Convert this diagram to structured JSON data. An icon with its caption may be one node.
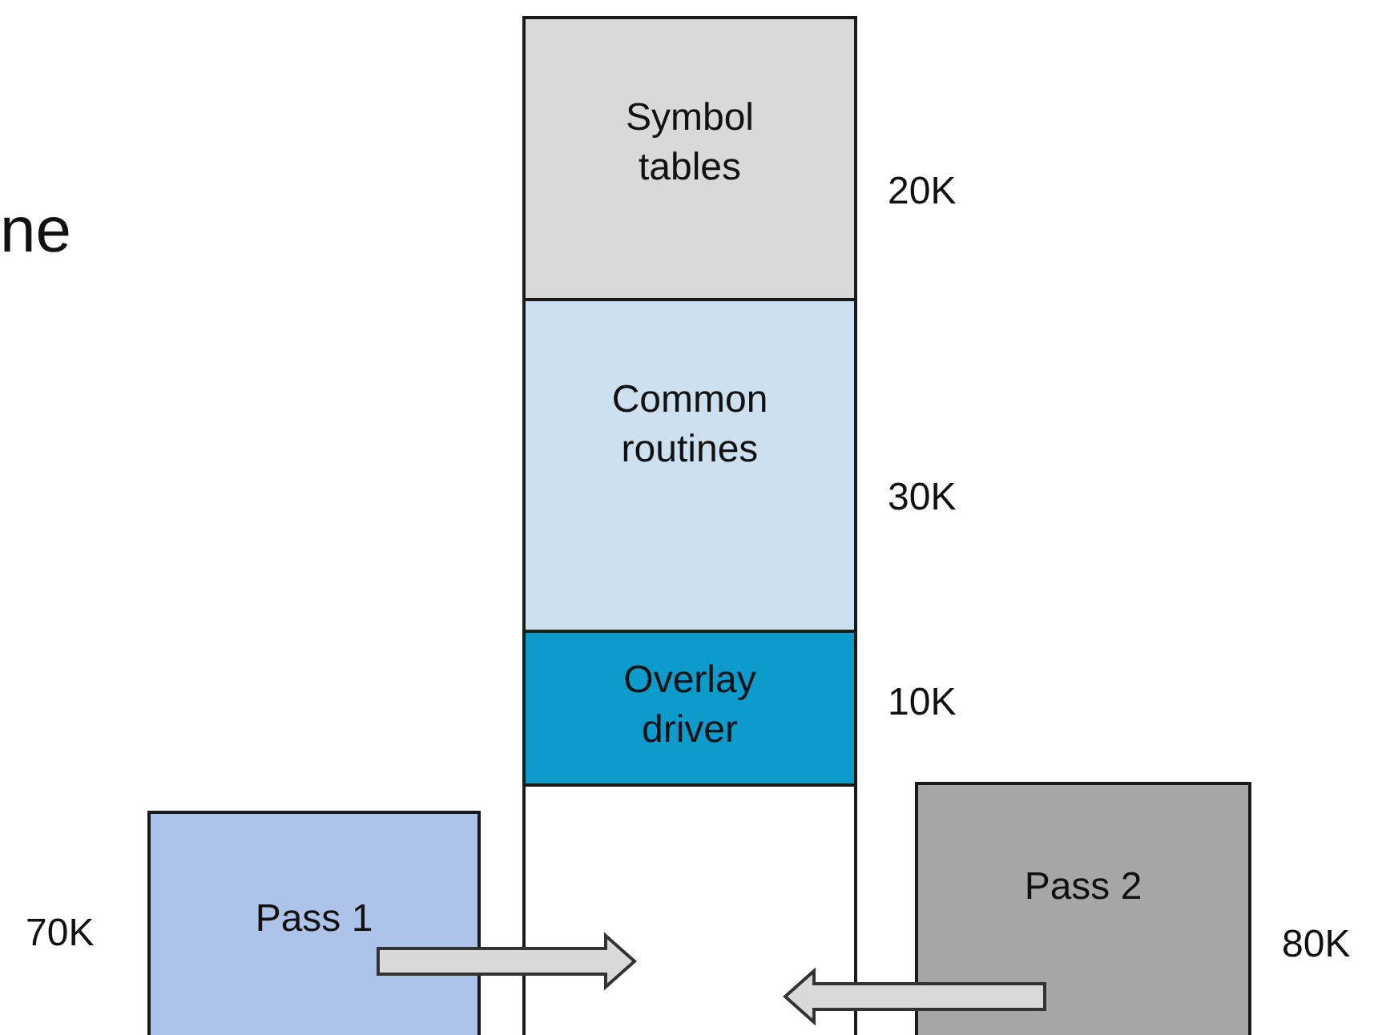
{
  "diagram": {
    "nodes": [
      {
        "text": [
          "Symbol tables"
        ],
        "beside": [
          "20K"
        ]
      },
      {
        "text": [
          "Common routines"
        ],
        "beside": [
          "30K"
        ]
      },
      {
        "text": [
          "Overlay driver"
        ],
        "beside": [
          "10K"
        ]
      },
      {
        "text": [],
        "shape": "box"
      },
      {
        "text": [
          "Pass 1"
        ],
        "beside": [
          "70K"
        ]
      },
      {
        "text": [
          "Pass 2"
        ],
        "beside": [
          "80K"
        ]
      }
    ],
    "edges": [
      {
        "from": 4,
        "to": 3,
        "arrow": "to"
      },
      {
        "from": 5,
        "to": 3,
        "arrow": "to"
      }
    ],
    "labels": [
      "ne"
    ]
  }
}
